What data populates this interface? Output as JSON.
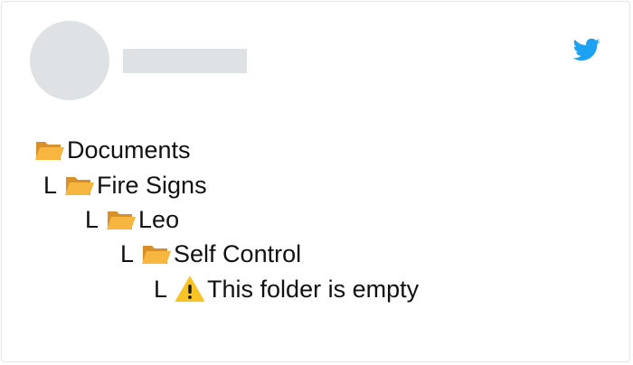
{
  "tweet": {
    "brand_icon": "twitter-bird-icon",
    "brand_color": "#1da1f2",
    "placeholder_color": "#dfe2e4"
  },
  "tree": [
    {
      "branch": "",
      "icon": "open-folder-icon",
      "label": "Documents"
    },
    {
      "branch": "L",
      "icon": "open-folder-icon",
      "label": "Fire Signs"
    },
    {
      "branch": "L",
      "icon": "open-folder-icon",
      "label": "Leo"
    },
    {
      "branch": "L",
      "icon": "open-folder-icon",
      "label": "Self Control"
    },
    {
      "branch": "L",
      "icon": "warning-icon",
      "label": "This folder is empty"
    }
  ],
  "colors": {
    "folder_front": "#f6b63f",
    "folder_back": "#d9902a",
    "warning": "#f7c325",
    "text": "#111111"
  }
}
